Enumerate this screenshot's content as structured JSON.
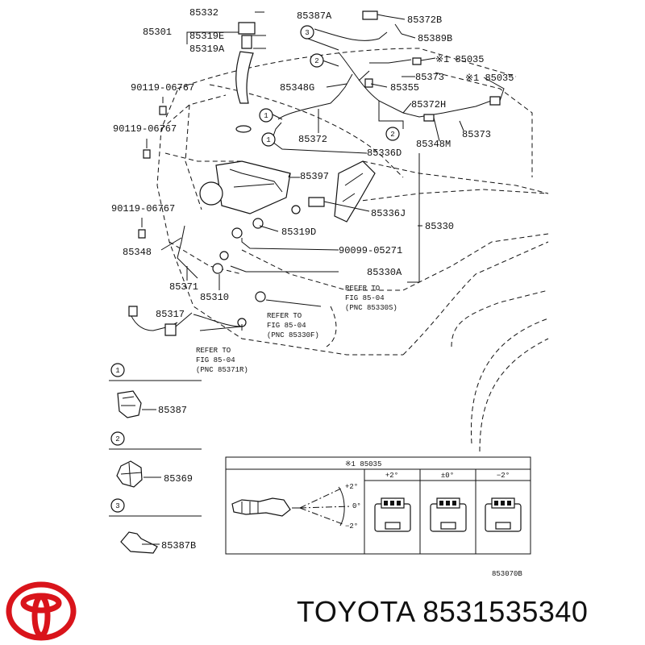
{
  "diagram": {
    "labels": {
      "p85332": "85332",
      "p85301": "85301",
      "p85319E": "85319E",
      "p85319A": "85319A",
      "p85387A": "85387A",
      "p85372B": "85372B",
      "p85389B": "85389B",
      "p85035a": "※1 85035",
      "p85035b": "※1 85035",
      "p85373a": "85373",
      "p85348G": "85348G",
      "p85355": "85355",
      "p85372H": "85372H",
      "p85372": "85372",
      "p85373b": "85373",
      "p85348M": "85348M",
      "b90119a": "90119-06767",
      "b90119b": "90119-06767",
      "b90119c": "90119-06767",
      "p85336D": "85336D",
      "p85397": "85397",
      "p85336J": "85336J",
      "p85330": "85330",
      "p85319D": "85319D",
      "p85348": "85348",
      "b90099": "90099-05271",
      "p85330A": "85330A",
      "p85371": "85371",
      "p85310": "85310",
      "p85317": "85317",
      "inset85387": "85387",
      "inset85369": "85369",
      "inset85387B": "85387B",
      "drawing_no": "853070B"
    },
    "callouts": {
      "c1": "1",
      "c2": "2",
      "c3": "3"
    },
    "refs": {
      "ref1_l1": "REFER TO",
      "ref1_l2": "FIG 85-04",
      "ref1_l3": "(PNC 85330S)",
      "ref2_l1": "REFER TO",
      "ref2_l2": "FIG 85-04",
      "ref2_l3": "(PNC 85330F)",
      "ref3_l1": "REFER TO",
      "ref3_l2": "FIG 85-04",
      "ref3_l3": "(PNC 85371R)"
    },
    "detail_box": {
      "title": "※1 85035",
      "angle_plus": "+2°",
      "angle_zero": "0°",
      "angle_minus": "−2°",
      "col_plus": "+2°",
      "col_zero": "±0°",
      "col_minus": "−2°"
    }
  },
  "footer": {
    "brand": "TOYOTA",
    "part_number": "8531535340",
    "logo_color": "#d9141b"
  }
}
